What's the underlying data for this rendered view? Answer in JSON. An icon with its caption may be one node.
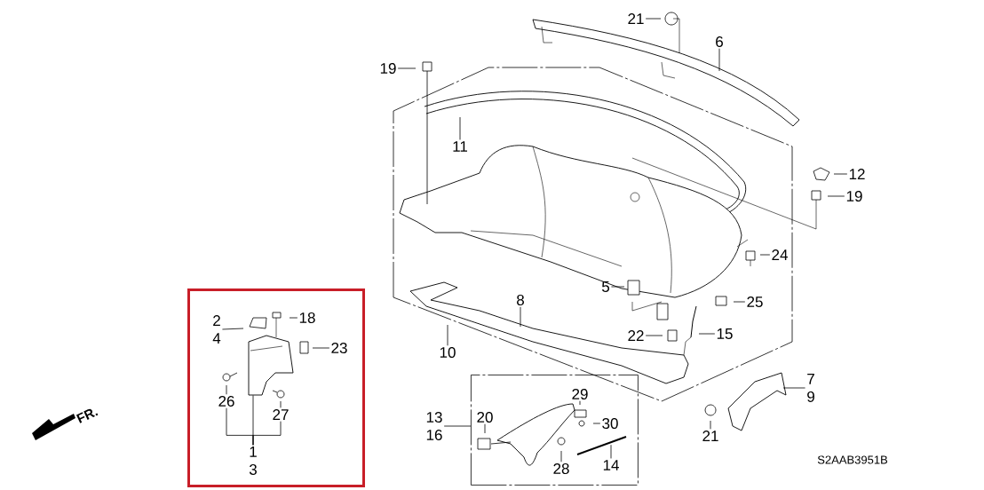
{
  "diagram": {
    "nodes": [
      {
        "text": [
          "21"
        ]
      },
      {
        "text": [
          "6"
        ]
      },
      {
        "text": [
          "19"
        ]
      },
      {
        "text": [
          "11"
        ]
      },
      {
        "text": [
          "12"
        ]
      },
      {
        "text": [
          "19"
        ]
      },
      {
        "text": [
          "24"
        ]
      },
      {
        "text": [
          "5"
        ]
      },
      {
        "text": [
          "8"
        ]
      },
      {
        "text": [
          "25"
        ]
      },
      {
        "text": [
          "10"
        ]
      },
      {
        "text": [
          "22"
        ]
      },
      {
        "text": [
          "15"
        ]
      },
      {
        "text": [
          "7",
          "9"
        ]
      },
      {
        "text": [
          "21"
        ]
      },
      {
        "text": [],
        "shape": "box"
      },
      {
        "text": [
          "2",
          "4"
        ],
        "in": 15
      },
      {
        "text": [
          "18"
        ],
        "in": 15
      },
      {
        "text": [
          "23"
        ],
        "in": 15
      },
      {
        "text": [
          "26"
        ],
        "in": 15
      },
      {
        "text": [
          "27"
        ],
        "in": 15
      },
      {
        "text": [
          "1",
          "3"
        ],
        "in": 15
      },
      {
        "text": [
          "13",
          "16"
        ]
      },
      {
        "text": [],
        "shape": "box"
      },
      {
        "text": [
          "20"
        ],
        "in": 23
      },
      {
        "text": [
          "29"
        ],
        "in": 23
      },
      {
        "text": [
          "30"
        ],
        "in": 23
      },
      {
        "text": [
          "28"
        ],
        "in": 23
      },
      {
        "text": [
          "14"
        ],
        "in": 23
      },
      {
        "text": [],
        "shape": "picture",
        "in": 15
      },
      {
        "text": [],
        "shape": "picture",
        "in": 23
      }
    ],
    "edges": [
      {
        "from": 0,
        "to": null,
        "arrow": "none"
      },
      {
        "from": 1,
        "to": null,
        "arrow": "none"
      },
      {
        "from": 2,
        "to": null,
        "arrow": "none"
      },
      {
        "from": 3,
        "to": null,
        "arrow": "none"
      },
      {
        "from": 4,
        "to": null,
        "arrow": "none"
      },
      {
        "from": 5,
        "to": null,
        "arrow": "none"
      },
      {
        "from": 6,
        "to": null,
        "arrow": "none"
      },
      {
        "from": 7,
        "to": null,
        "arrow": "none"
      },
      {
        "from": 8,
        "to": null,
        "arrow": "none"
      },
      {
        "from": 9,
        "to": null,
        "arrow": "none"
      },
      {
        "from": 10,
        "to": null,
        "arrow": "none"
      },
      {
        "from": 11,
        "to": null,
        "arrow": "none"
      },
      {
        "from": 12,
        "to": null,
        "arrow": "none"
      },
      {
        "from": 13,
        "to": null,
        "arrow": "none"
      },
      {
        "from": 14,
        "to": null,
        "arrow": "none"
      },
      {
        "from": 16,
        "to": null,
        "arrow": "none"
      },
      {
        "from": 17,
        "to": null,
        "arrow": "none"
      },
      {
        "from": 18,
        "to": null,
        "arrow": "none"
      },
      {
        "from": 19,
        "to": null,
        "arrow": "none"
      },
      {
        "from": 20,
        "to": null,
        "arrow": "none"
      },
      {
        "from": 21,
        "to": 29,
        "arrow": "none"
      },
      {
        "from": 22,
        "to": 23,
        "arrow": "none"
      },
      {
        "from": 24,
        "to": null,
        "arrow": "none"
      },
      {
        "from": 25,
        "to": null,
        "arrow": "none"
      },
      {
        "from": 26,
        "to": null,
        "arrow": "none"
      },
      {
        "from": 27,
        "to": null,
        "arrow": "none"
      },
      {
        "from": 28,
        "to": 30,
        "arrow": "none"
      },
      {
        "from": 21,
        "to": 19,
        "arrow": "none"
      },
      {
        "from": 21,
        "to": 20,
        "arrow": "none"
      }
    ],
    "labels": [
      "FR.",
      "S2AAB3951B"
    ]
  }
}
